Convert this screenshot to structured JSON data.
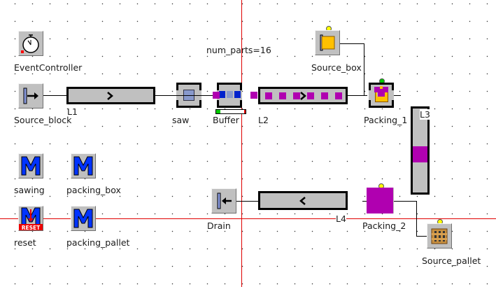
{
  "canvas": {
    "title": "Frame"
  },
  "objects": {
    "event_controller": {
      "label": "EventController",
      "icon": "stopwatch-icon"
    },
    "source_block": {
      "label": "Source_block",
      "icon": "source-icon"
    },
    "l1": {
      "label": "L1",
      "direction": ">"
    },
    "saw": {
      "label": "saw",
      "icon": "station-icon"
    },
    "buffer": {
      "label": "Buffer",
      "icon": "buffer-icon"
    },
    "l2": {
      "label": "L2",
      "direction": ">",
      "parts_count": 6
    },
    "num_parts": {
      "label": "num_parts=16"
    },
    "source_box": {
      "label": "Source_box",
      "icon": "source-box-icon"
    },
    "packing_1": {
      "label": "Packing_1",
      "icon": "assembly-icon"
    },
    "l3": {
      "label": "L3"
    },
    "packing_2": {
      "label": "Packing_2"
    },
    "l4": {
      "label": "L4",
      "direction": "<"
    },
    "drain": {
      "label": "Drain",
      "icon": "drain-icon"
    },
    "source_pallet": {
      "label": "Source_pallet",
      "icon": "pallet-icon"
    },
    "methods": [
      {
        "label": "sawing",
        "icon": "method-icon"
      },
      {
        "label": "packing_box",
        "icon": "method-icon"
      },
      {
        "label": "reset",
        "icon": "reset-method-icon",
        "badge": "RESET"
      },
      {
        "label": "packing_pallet",
        "icon": "method-icon"
      }
    ]
  },
  "colors": {
    "part": "#b000b0",
    "box": "#ffc000",
    "status_ok": "#00cc00",
    "status_waiting": "#ffff00",
    "axis_line": "#e00000",
    "method_blue": "#0033ff"
  }
}
